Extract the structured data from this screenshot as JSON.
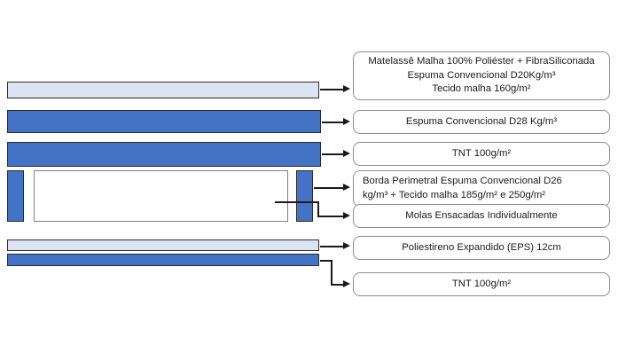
{
  "diagram": {
    "title": "Mattress layer composition diagram",
    "colors": {
      "layer_light": "#dce3f2",
      "layer_blue": "#4472c4",
      "bar_border": "#2a2a2a",
      "box_border": "#8d8d8d",
      "connector": "#1a1a1a",
      "core_fill": "#ffffff"
    },
    "layers": [
      {
        "id": "quilt-top",
        "name": "quilted-top-layer",
        "fill": "light",
        "label_ref": 0
      },
      {
        "id": "foam-d28",
        "name": "foam-d28-layer",
        "fill": "blue",
        "label_ref": 1
      },
      {
        "id": "tnt-upper",
        "name": "tnt-upper-layer",
        "fill": "blue",
        "label_ref": 2
      },
      {
        "id": "perimeter-left",
        "name": "perimeter-border-left",
        "fill": "blue",
        "label_ref": 3
      },
      {
        "id": "perimeter-right",
        "name": "perimeter-border-right",
        "fill": "blue",
        "label_ref": 3
      },
      {
        "id": "spring-core",
        "name": "pocket-spring-core",
        "fill": "white",
        "label_ref": 4
      },
      {
        "id": "eps-base",
        "name": "eps-base-layer",
        "fill": "light",
        "label_ref": 5
      },
      {
        "id": "tnt-lower",
        "name": "tnt-lower-layer",
        "fill": "blue",
        "label_ref": 6
      }
    ],
    "labels": [
      {
        "id": "label-quilt-top",
        "align": "center",
        "lines": [
          "Matelassê Malha 100% Poliéster + FibraSiliconada",
          "Espuma Convencional D20Kg/m³",
          "Tecido malha 160g/m²"
        ]
      },
      {
        "id": "label-foam-d28",
        "align": "center",
        "lines": [
          "Espuma Convencional D28 Kg/m³"
        ]
      },
      {
        "id": "label-tnt-upper",
        "align": "center",
        "lines": [
          "TNT 100g/m²"
        ]
      },
      {
        "id": "label-perimeter-border",
        "align": "left",
        "lines": [
          "Borda Perimetral Espuma Convencional D26",
          "kg/m³ + Tecido malha 185g/m² e 250g/m²"
        ]
      },
      {
        "id": "label-spring-core",
        "align": "center",
        "lines": [
          "Molas Ensacadas Individualmente"
        ]
      },
      {
        "id": "label-eps-base",
        "align": "center",
        "lines": [
          "Poliestireno Expandido (EPS) 12cm"
        ]
      },
      {
        "id": "label-tnt-lower",
        "align": "center",
        "lines": [
          "TNT 100g/m²"
        ]
      }
    ]
  }
}
